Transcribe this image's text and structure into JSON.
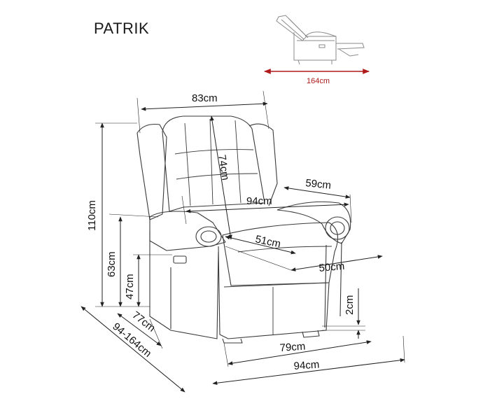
{
  "product": {
    "name": "PATRIK"
  },
  "reclined_view": {
    "length_label": "164cm",
    "accent_color": "#b01a1a"
  },
  "dimensions": {
    "backrest_width": "83cm",
    "backrest_height": "74cm",
    "armrest_depth": "59cm",
    "inner_width": "94cm",
    "seat_width": "51cm",
    "seat_depth": "50cm",
    "total_height": "110cm",
    "armrest_height": "63cm",
    "seat_height": "47cm",
    "ground_clearance": "2cm",
    "depth_upright": "77cm",
    "depth_range": "94-164cm",
    "base_width": "79cm",
    "total_width": "94cm"
  }
}
